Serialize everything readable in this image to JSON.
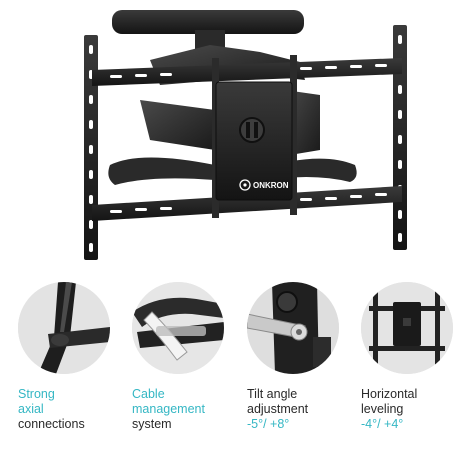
{
  "colors": {
    "accent": "#35b7c4",
    "text": "#2a2a2a",
    "metal": "#1f1f1f",
    "thumb_bg": "#e6e6e6"
  },
  "brand": {
    "logo_text": "ONKRON"
  },
  "features": [
    {
      "icon": "strong-axial-connection-photo",
      "lines": [
        "Strong",
        "axial",
        "connections"
      ],
      "accent_lines": 2
    },
    {
      "icon": "cable-management-photo",
      "lines": [
        "Cable",
        "management",
        "system"
      ],
      "accent_lines": 2
    },
    {
      "icon": "tilt-adjustment-photo",
      "lines": [
        "Tilt angle",
        "adjustment",
        "-5°/ +8°"
      ],
      "accent_lines": 1,
      "accent_from_end": true
    },
    {
      "icon": "horizontal-leveling-photo",
      "lines": [
        "Horizontal",
        "leveling",
        "-4°/ +4°"
      ],
      "accent_lines": 1,
      "accent_from_end": true
    }
  ]
}
